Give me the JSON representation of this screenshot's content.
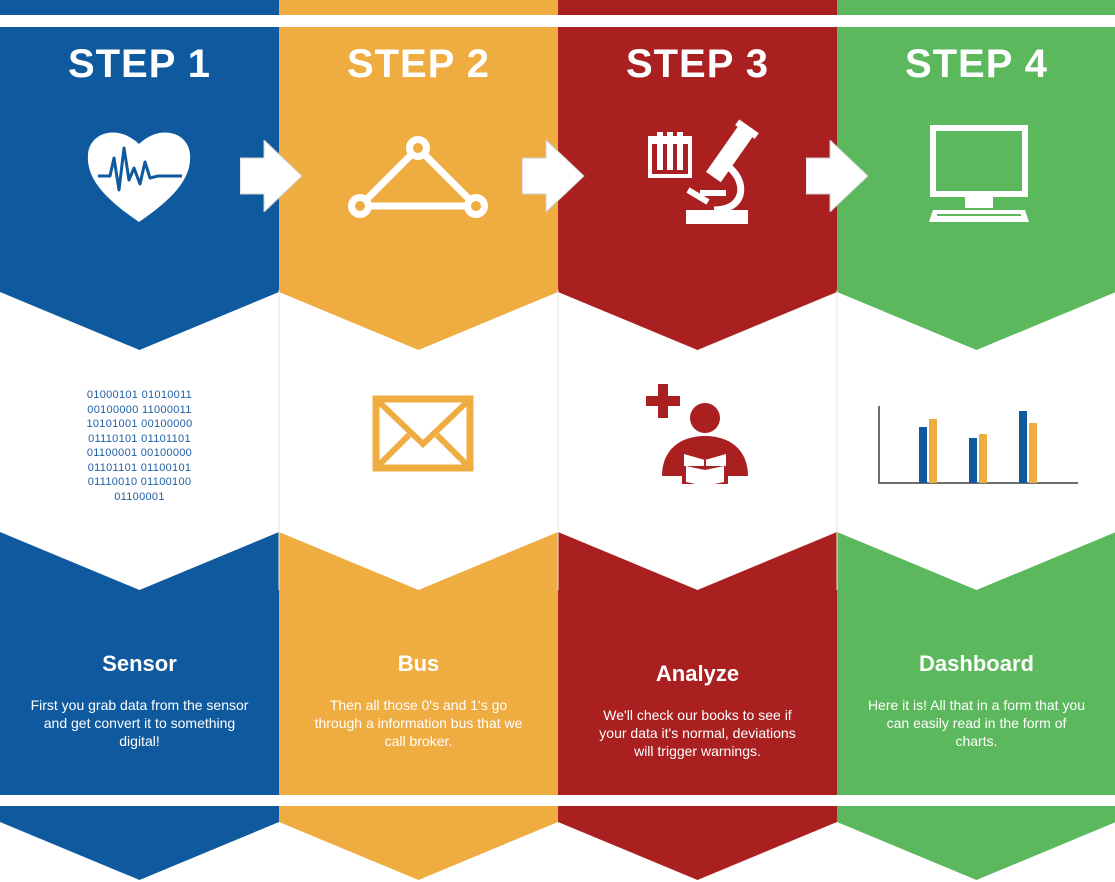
{
  "colors": {
    "blue": "#0f5a9e",
    "orange": "#eeac41",
    "red": "#aa1f1f",
    "green": "#5cb85c",
    "white": "#ffffff",
    "binary_text": "#1f5fa8"
  },
  "steps": [
    {
      "title": "STEP 1",
      "name": "Sensor",
      "description": "First you grab data from the sensor and get convert it to something digital!",
      "top_icon": "heart-pulse-icon",
      "middle_icon": "binary-data",
      "binary_lines": [
        "01000101 01010011",
        "00100000 11000011",
        "10101001 00100000",
        "01110101 01101101",
        "01100001 00100000",
        "01101101 01100101",
        "01110010 01100100",
        "01100001"
      ]
    },
    {
      "title": "STEP 2",
      "name": "Bus",
      "description": "Then all those 0's and 1's go through a information bus that we call broker.",
      "top_icon": "network-triangle-icon",
      "middle_icon": "envelope-icon"
    },
    {
      "title": "STEP 3",
      "name": "Analyze",
      "description": "We'll check our books to see if your data it's normal, deviations will trigger warnings.",
      "top_icon": "lab-microscope-icon",
      "middle_icon": "doctor-reading-icon"
    },
    {
      "title": "STEP 4",
      "name": "Dashboard",
      "description": "Here it is! All that in a form that you can easily read in the form of charts.",
      "top_icon": "monitor-icon",
      "middle_icon": "bar-chart-icon"
    }
  ],
  "connector_icon": "arrow-right-icon"
}
